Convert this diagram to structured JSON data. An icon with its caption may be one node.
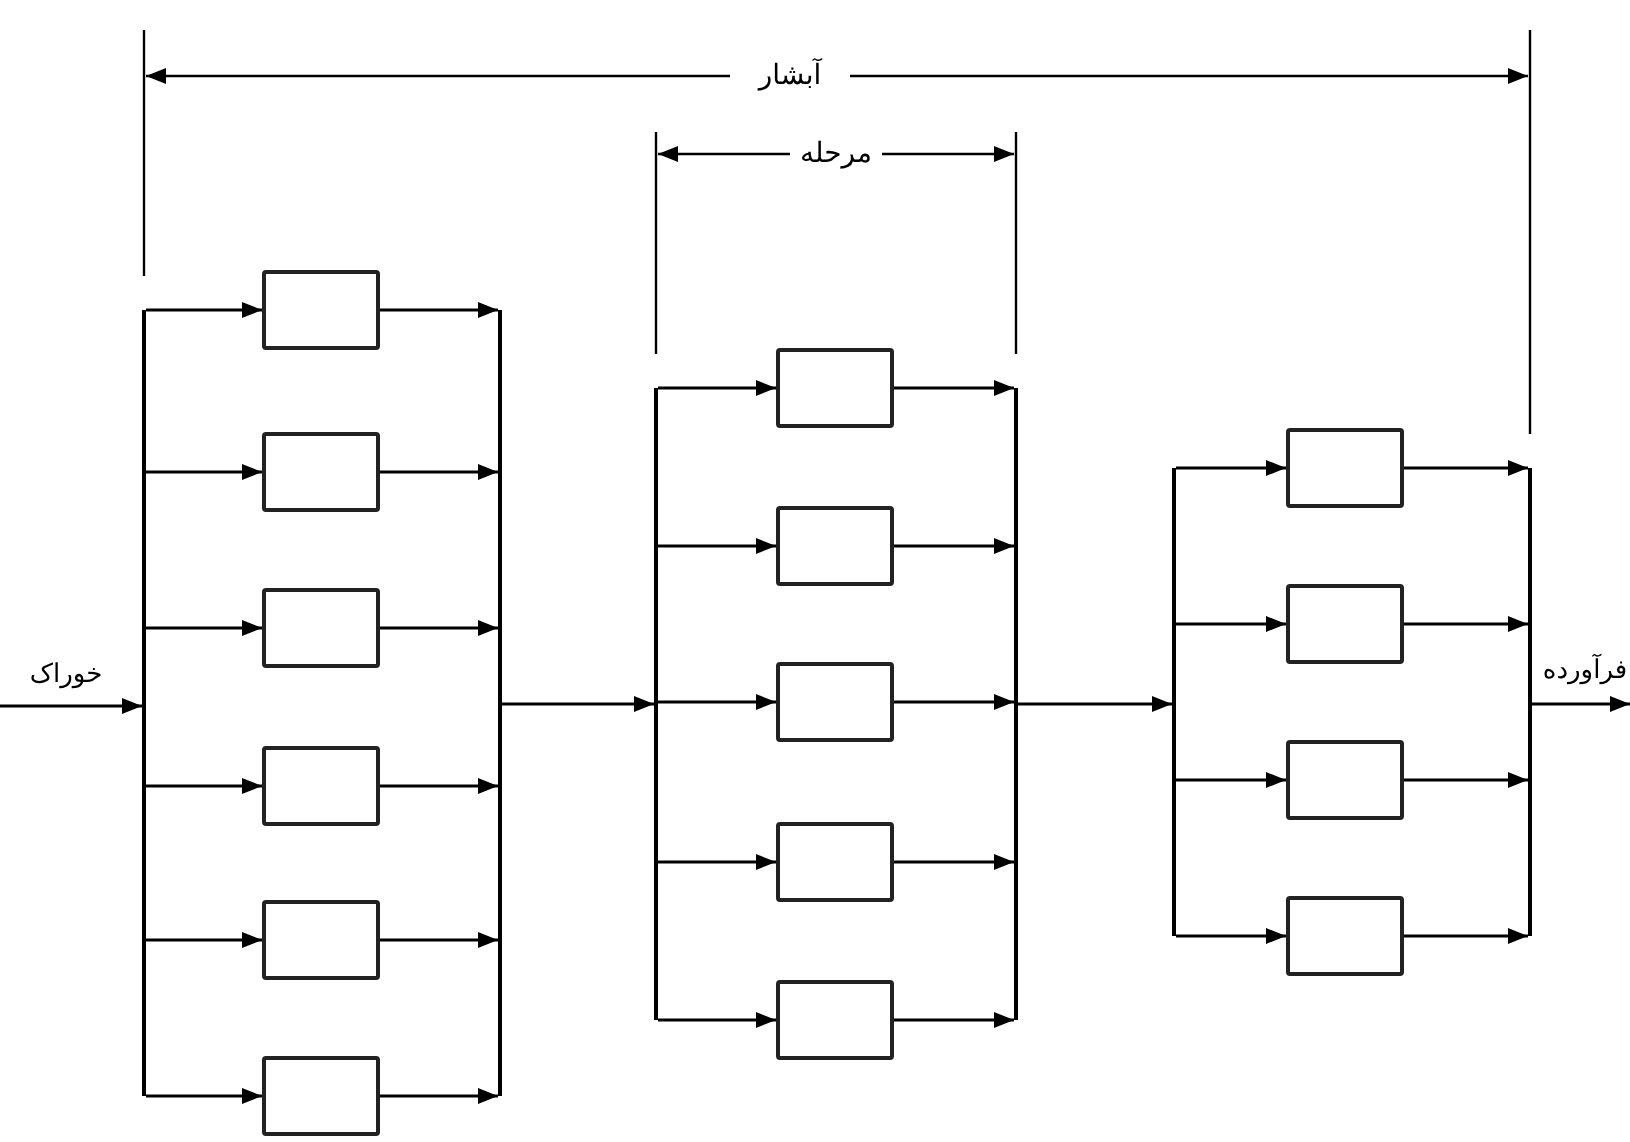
{
  "diagram": {
    "nodes": [
      {
        "text": [
          "خوراک"
        ]
      },
      {
        "text": [],
        "shape": "bar"
      },
      {
        "text": [],
        "shape": "box"
      },
      {
        "text": [],
        "shape": "box"
      },
      {
        "text": [],
        "shape": "box"
      },
      {
        "text": [],
        "shape": "box"
      },
      {
        "text": [],
        "shape": "box"
      },
      {
        "text": [],
        "shape": "box"
      },
      {
        "text": [],
        "shape": "bar"
      },
      {
        "text": [],
        "shape": "bar"
      },
      {
        "text": [],
        "shape": "box"
      },
      {
        "text": [],
        "shape": "box"
      },
      {
        "text": [],
        "shape": "box"
      },
      {
        "text": [],
        "shape": "box"
      },
      {
        "text": [],
        "shape": "box"
      },
      {
        "text": [],
        "shape": "bar"
      },
      {
        "text": [],
        "shape": "bar"
      },
      {
        "text": [],
        "shape": "box"
      },
      {
        "text": [],
        "shape": "box"
      },
      {
        "text": [],
        "shape": "box"
      },
      {
        "text": [],
        "shape": "box"
      },
      {
        "text": [],
        "shape": "bar"
      },
      {
        "text": [
          "فرآورده"
        ]
      }
    ],
    "edges": [
      {
        "from": 0,
        "to": 1,
        "arrow": "to"
      },
      {
        "from": 1,
        "to": 2,
        "arrow": "to"
      },
      {
        "from": 1,
        "to": 3,
        "arrow": "to"
      },
      {
        "from": 1,
        "to": 4,
        "arrow": "to"
      },
      {
        "from": 1,
        "to": 5,
        "arrow": "to"
      },
      {
        "from": 1,
        "to": 6,
        "arrow": "to"
      },
      {
        "from": 1,
        "to": 7,
        "arrow": "to"
      },
      {
        "from": 2,
        "to": 8,
        "arrow": "to"
      },
      {
        "from": 3,
        "to": 8,
        "arrow": "to"
      },
      {
        "from": 4,
        "to": 8,
        "arrow": "to"
      },
      {
        "from": 5,
        "to": 8,
        "arrow": "to"
      },
      {
        "from": 6,
        "to": 8,
        "arrow": "to"
      },
      {
        "from": 7,
        "to": 8,
        "arrow": "to"
      },
      {
        "from": 8,
        "to": 9,
        "arrow": "to"
      },
      {
        "from": 9,
        "to": 10,
        "arrow": "to"
      },
      {
        "from": 9,
        "to": 11,
        "arrow": "to"
      },
      {
        "from": 9,
        "to": 12,
        "arrow": "to"
      },
      {
        "from": 9,
        "to": 13,
        "arrow": "to"
      },
      {
        "from": 9,
        "to": 14,
        "arrow": "to"
      },
      {
        "from": 10,
        "to": 15,
        "arrow": "to"
      },
      {
        "from": 11,
        "to": 15,
        "arrow": "to"
      },
      {
        "from": 12,
        "to": 15,
        "arrow": "to"
      },
      {
        "from": 13,
        "to": 15,
        "arrow": "to"
      },
      {
        "from": 14,
        "to": 15,
        "arrow": "to"
      },
      {
        "from": 15,
        "to": 16,
        "arrow": "to"
      },
      {
        "from": 16,
        "to": 17,
        "arrow": "to"
      },
      {
        "from": 16,
        "to": 18,
        "arrow": "to"
      },
      {
        "from": 16,
        "to": 19,
        "arrow": "to"
      },
      {
        "from": 16,
        "to": 20,
        "arrow": "to"
      },
      {
        "from": 17,
        "to": 21,
        "arrow": "to"
      },
      {
        "from": 18,
        "to": 21,
        "arrow": "to"
      },
      {
        "from": 19,
        "to": 21,
        "arrow": "to"
      },
      {
        "from": 20,
        "to": 21,
        "arrow": "to"
      },
      {
        "from": 21,
        "to": 22,
        "arrow": "to"
      }
    ],
    "labels": [
      "آبشار",
      "مرحله"
    ]
  }
}
